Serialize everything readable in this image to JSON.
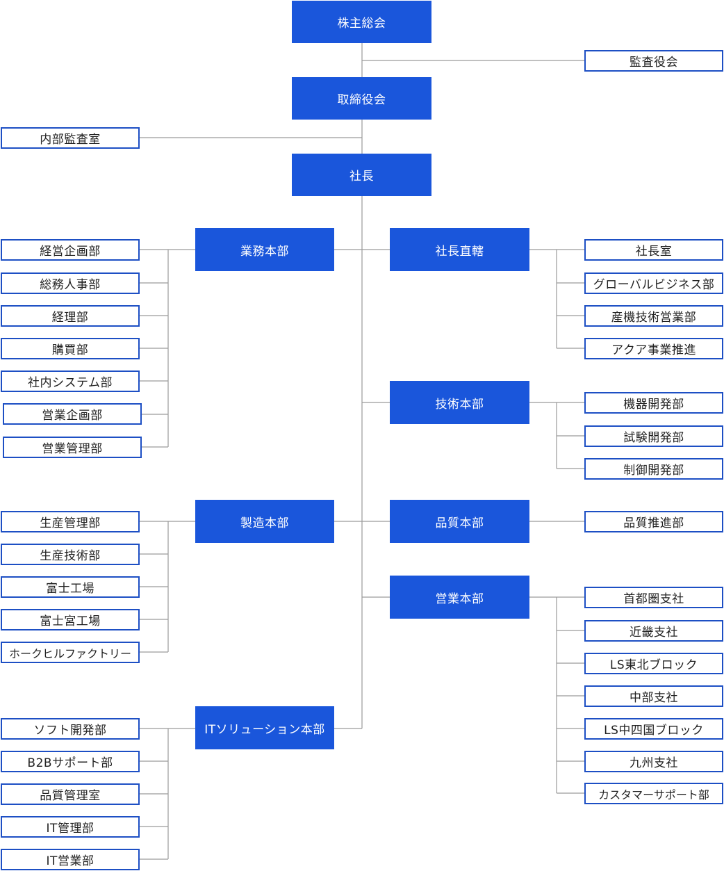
{
  "colors": {
    "primary": "#1a56db",
    "border": "#1d4fc4",
    "line": "#9a9a9a",
    "text": "#222222"
  },
  "top": {
    "shareholders": "株主総会",
    "auditors": "監査役会",
    "board": "取締役会",
    "internal_audit": "内部監査室",
    "president": "社長"
  },
  "business_hq": {
    "name": "業務本部",
    "depts": [
      "経営企画部",
      "総務人事部",
      "経理部",
      "購買部",
      "社内システム部",
      "営業企画部",
      "営業管理部"
    ]
  },
  "direct": {
    "name": "社長直轄",
    "depts": [
      "社長室",
      "グローバルビジネス部",
      "産機技術営業部",
      "アクア事業推進"
    ]
  },
  "tech_hq": {
    "name": "技術本部",
    "depts": [
      "機器開発部",
      "試験開発部",
      "制御開発部"
    ]
  },
  "mfg_hq": {
    "name": "製造本部",
    "depts": [
      "生産管理部",
      "生産技術部",
      "富士工場",
      "富士宮工場",
      "ホークヒルファクトリー"
    ]
  },
  "quality_hq": {
    "name": "品質本部",
    "depts": [
      "品質推進部"
    ]
  },
  "sales_hq": {
    "name": "営業本部",
    "depts": [
      "首都圏支社",
      "近畿支社",
      "LS東北ブロック",
      "中部支社",
      "LS中四国ブロック",
      "九州支社",
      "カスタマーサポート部"
    ]
  },
  "it_hq": {
    "name": "ITソリューション本部",
    "depts": [
      "ソフト開発部",
      "B2Bサポート部",
      "品質管理室",
      "IT管理部",
      "IT営業部"
    ]
  }
}
